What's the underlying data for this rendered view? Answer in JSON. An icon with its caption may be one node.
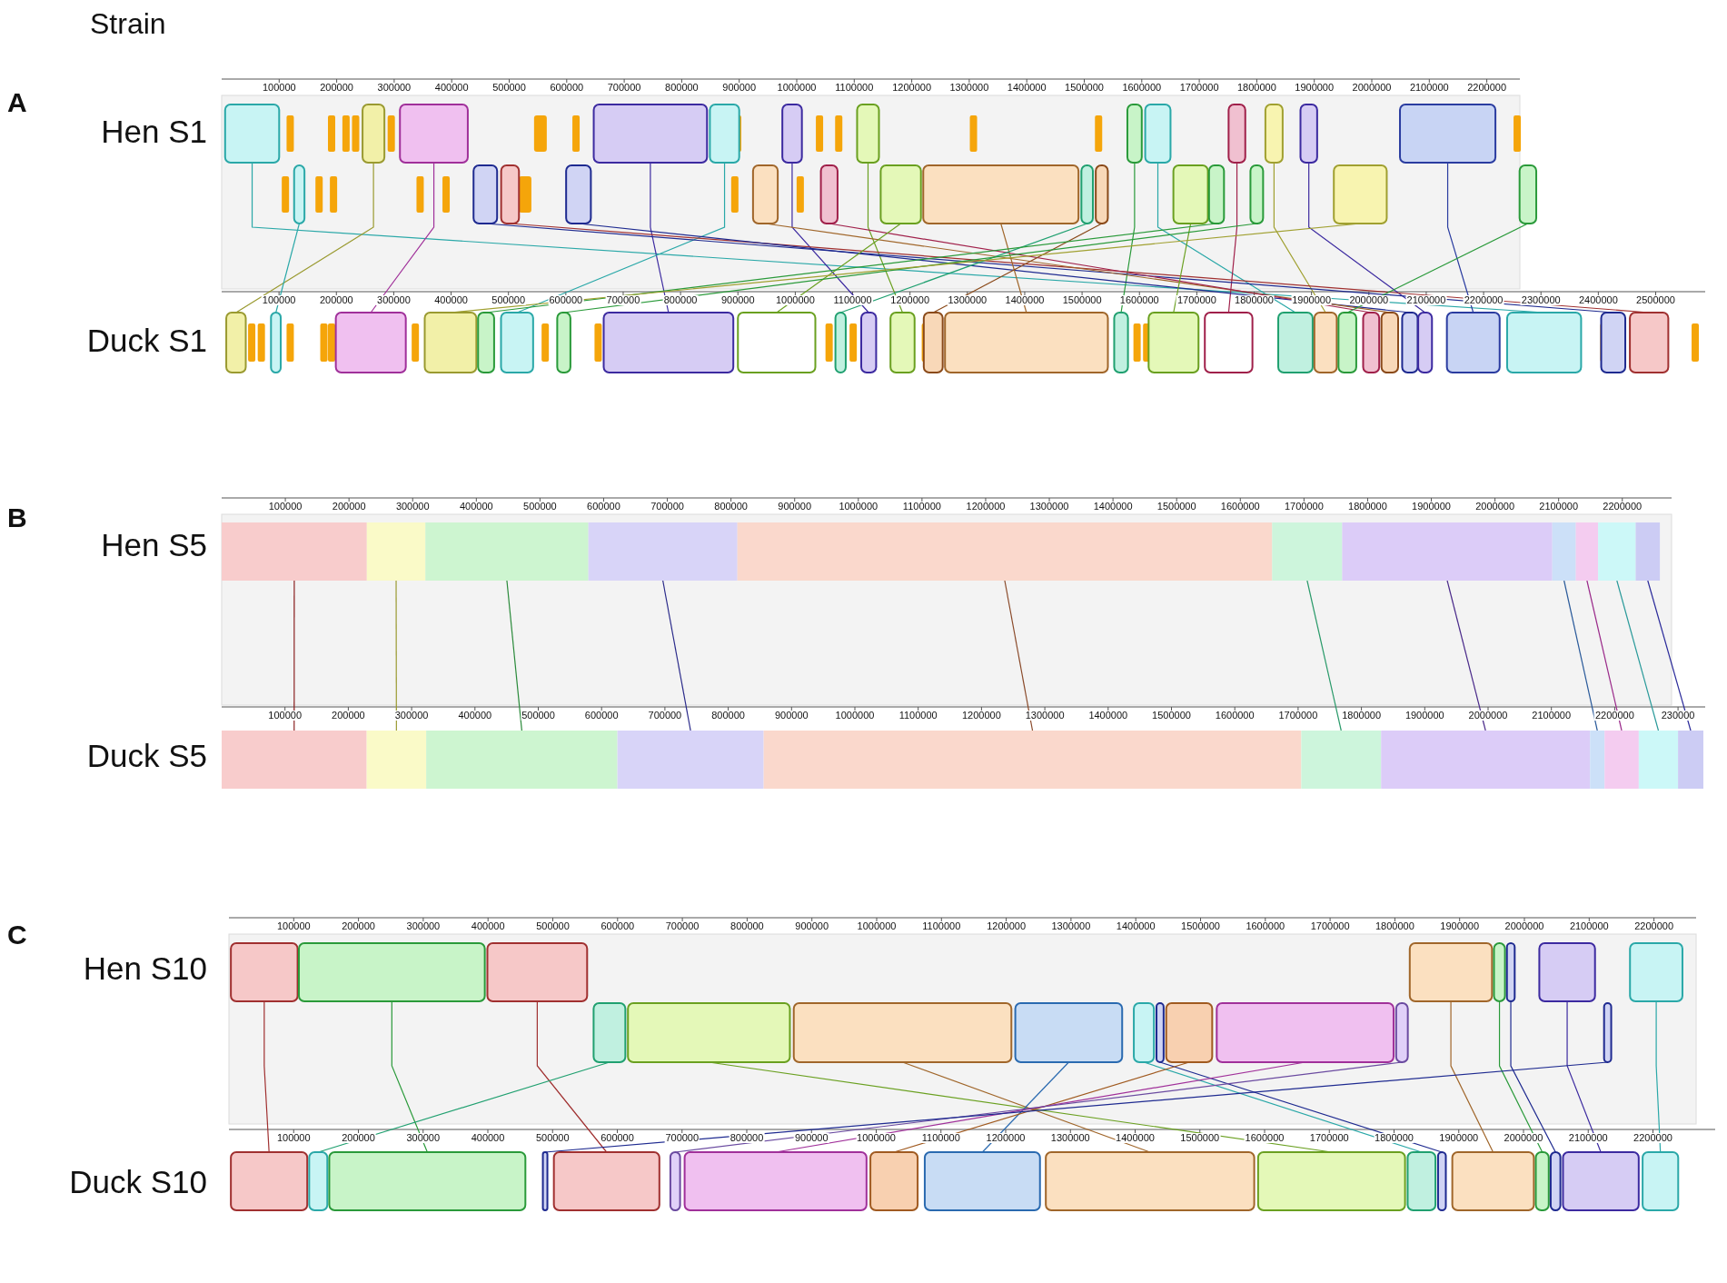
{
  "diagram": {
    "nodes": [
      {
        "text": [],
        "shape": "box"
      },
      {
        "text": [],
        "shape": "box"
      },
      {
        "text": [],
        "shape": "box"
      },
      {
        "text": [],
        "shape": "box"
      },
      {
        "text": [],
        "shape": "box"
      },
      {
        "text": [],
        "shape": "box"
      },
      {
        "text": [],
        "shape": "box"
      },
      {
        "text": [],
        "shape": "box"
      },
      {
        "text": [],
        "shape": "box"
      },
      {
        "text": [],
        "shape": "box"
      },
      {
        "text": [],
        "shape": "box"
      },
      {
        "text": [],
        "shape": "box"
      },
      {
        "text": [],
        "shape": "box"
      },
      {
        "text": [],
        "shape": "box"
      },
      {
        "text": [],
        "shape": "box"
      },
      {
        "text": [],
        "shape": "box"
      },
      {
        "text": [],
        "shape": "box"
      },
      {
        "text": [],
        "shape": "box"
      },
      {
        "text": [],
        "shape": "box"
      },
      {
        "text": [],
        "shape": "box"
      },
      {
        "text": [],
        "shape": "box"
      },
      {
        "text": [],
        "shape": "box"
      },
      {
        "text": [],
        "shape": "box"
      },
      {
        "text": [],
        "shape": "box"
      },
      {
        "text": [],
        "shape": "box"
      },
      {
        "text": [],
        "shape": "box"
      },
      {
        "text": [],
        "shape": "box"
      },
      {
        "text": [],
        "shape": "box"
      },
      {
        "text": [],
        "shape": "box"
      },
      {
        "text": [],
        "shape": "box"
      },
      {
        "text": [],
        "shape": "box"
      },
      {
        "text": [],
        "shape": "box"
      },
      {
        "text": [],
        "shape": "box"
      },
      {
        "text": [],
        "shape": "box"
      },
      {
        "text": [],
        "shape": "box"
      },
      {
        "text": [],
        "shape": "box"
      },
      {
        "text": [],
        "shape": "box"
      },
      {
        "text": [],
        "shape": "box"
      },
      {
        "text": [],
        "shape": "box"
      },
      {
        "text": [],
        "shape": "box"
      },
      {
        "text": [],
        "shape": "box"
      },
      {
        "text": [],
        "shape": "box"
      },
      {
        "text": [],
        "shape": "box"
      },
      {
        "text": [],
        "shape": "box"
      },
      {
        "text": [],
        "shape": "box"
      },
      {
        "text": [],
        "shape": "box"
      },
      {
        "text": [],
        "shape": "box"
      },
      {
        "text": [],
        "shape": "box"
      },
      {
        "text": [],
        "shape": "box"
      },
      {
        "text": [],
        "shape": "box"
      },
      {
        "text": [],
        "shape": "box"
      },
      {
        "text": [],
        "shape": "box"
      },
      {
        "text": [],
        "shape": "box"
      },
      {
        "text": [],
        "shape": "box"
      },
      {
        "text": [],
        "shape": "box"
      },
      {
        "text": [],
        "shape": "box"
      },
      {
        "text": [],
        "shape": "box"
      },
      {
        "text": [],
        "shape": "box"
      },
      {
        "text": [],
        "shape": "box"
      },
      {
        "text": [],
        "shape": "box"
      },
      {
        "text": [],
        "shape": "box"
      },
      {
        "text": [],
        "shape": "box"
      },
      {
        "text": [],
        "shape": "box"
      },
      {
        "text": [],
        "shape": "box"
      },
      {
        "text": [],
        "shape": "box"
      },
      {
        "text": [],
        "shape": "box"
      },
      {
        "text": [],
        "shape": "box"
      },
      {
        "text": [],
        "shape": "box"
      },
      {
        "text": [],
        "shape": "box"
      },
      {
        "text": [],
        "shape": "box"
      },
      {
        "text": [],
        "shape": "box"
      },
      {
        "text": [],
        "shape": "box"
      },
      {
        "text": [],
        "shape": "box"
      },
      {
        "text": [],
        "shape": "box"
      },
      {
        "text": [],
        "shape": "box"
      },
      {
        "text": [],
        "shape": "box"
      },
      {
        "text": [],
        "shape": "box"
      },
      {
        "text": [],
        "shape": "box"
      },
      {
        "text": [],
        "shape": "box"
      },
      {
        "text": [],
        "shape": "box"
      },
      {
        "text": [],
        "shape": "box"
      },
      {
        "text": [],
        "shape": "box"
      },
      {
        "text": [],
        "shape": "box"
      },
      {
        "text": [],
        "shape": "box"
      },
      {
        "text": [],
        "shape": "box"
      },
      {
        "text": [],
        "shape": "box"
      },
      {
        "text": [],
        "shape": "box"
      },
      {
        "text": [],
        "shape": "box"
      },
      {
        "text": [],
        "shape": "box"
      },
      {
        "text": [],
        "shape": "box"
      },
      {
        "text": [],
        "shape": "box"
      },
      {
        "text": [],
        "shape": "box"
      },
      {
        "text": [],
        "shape": "box"
      },
      {
        "text": [],
        "shape": "box"
      },
      {
        "text": [],
        "shape": "box"
      },
      {
        "text": [],
        "shape": "box"
      },
      {
        "text": [],
        "shape": "box"
      },
      {
        "text": [],
        "shape": "box"
      },
      {
        "text": [],
        "shape": "box"
      },
      {
        "text": [],
        "shape": "box"
      },
      {
        "text": [],
        "shape": "box"
      },
      {
        "text": [],
        "shape": "box"
      },
      {
        "text": [],
        "shape": "box"
      },
      {
        "text": [],
        "shape": "box"
      },
      {
        "text": [],
        "shape": "box"
      },
      {
        "text": [],
        "shape": "box"
      },
      {
        "text": [],
        "shape": "box"
      },
      {
        "text": [],
        "shape": "box"
      },
      {
        "text": [],
        "shape": "box"
      },
      {
        "text": [],
        "shape": "box"
      },
      {
        "text": [],
        "shape": "box"
      },
      {
        "text": [],
        "shape": "box"
      },
      {
        "text": [],
        "shape": "box"
      },
      {
        "text": [],
        "shape": "box"
      }
    ],
    "edges": [
      {
        "from": 0,
        "to": 53,
        "arrow": "none",
        "color": "#2aa8a8"
      },
      {
        "from": 1,
        "to": 28,
        "arrow": "none",
        "color": "#9a9a30"
      },
      {
        "from": 2,
        "to": 30,
        "arrow": "none",
        "color": "#a0309a"
      },
      {
        "from": 3,
        "to": 35,
        "arrow": "none",
        "color": "#3c2aa0"
      },
      {
        "from": 4,
        "to": 33,
        "arrow": "none",
        "color": "#2aa8a8"
      },
      {
        "from": 5,
        "to": 38,
        "arrow": "none",
        "color": "#3c2aa0"
      },
      {
        "from": 6,
        "to": 39,
        "arrow": "none",
        "color": "#6aa020"
      },
      {
        "from": 7,
        "to": 42,
        "arrow": "none",
        "color": "#2a9a3a"
      },
      {
        "from": 8,
        "to": 45,
        "arrow": "none",
        "color": "#2aa8a8"
      },
      {
        "from": 9,
        "to": 44,
        "arrow": "none",
        "color": "#a0204a"
      },
      {
        "from": 10,
        "to": 46,
        "arrow": "none",
        "color": "#a0a030"
      },
      {
        "from": 11,
        "to": 51,
        "arrow": "none",
        "color": "#3c2aa0"
      },
      {
        "from": 12,
        "to": 52,
        "arrow": "none",
        "color": "#2a3ca0"
      },
      {
        "from": 13,
        "to": 29,
        "arrow": "none",
        "color": "#2aa8a8"
      },
      {
        "from": 14,
        "to": 54,
        "arrow": "none",
        "color": "#1e2a90"
      },
      {
        "from": 15,
        "to": 55,
        "arrow": "none",
        "color": "#a03030"
      },
      {
        "from": 16,
        "to": 50,
        "arrow": "none",
        "color": "#1e2a90"
      },
      {
        "from": 17,
        "to": 49,
        "arrow": "none",
        "color": "#a0662a"
      },
      {
        "from": 18,
        "to": 48,
        "arrow": "none",
        "color": "#a0204a"
      },
      {
        "from": 19,
        "to": 36,
        "arrow": "none",
        "color": "#6aa020"
      },
      {
        "from": 20,
        "to": 41,
        "arrow": "none",
        "color": "#a0662a"
      },
      {
        "from": 21,
        "to": 37,
        "arrow": "none",
        "color": "#20a070"
      },
      {
        "from": 22,
        "to": 40,
        "arrow": "none",
        "color": "#8a4a1a"
      },
      {
        "from": 23,
        "to": 43,
        "arrow": "none",
        "color": "#6aa020"
      },
      {
        "from": 24,
        "to": 32,
        "arrow": "none",
        "color": "#2a9a3a"
      },
      {
        "from": 25,
        "to": 34,
        "arrow": "none",
        "color": "#2a9a3a"
      },
      {
        "from": 26,
        "to": 31,
        "arrow": "none",
        "color": "#a0a030"
      },
      {
        "from": 27,
        "to": 47,
        "arrow": "none",
        "color": "#2a9a3a"
      },
      {
        "from": 56,
        "to": 67,
        "arrow": "none",
        "color": "#8a2020"
      },
      {
        "from": 57,
        "to": 68,
        "arrow": "none",
        "color": "#9a9a30"
      },
      {
        "from": 58,
        "to": 69,
        "arrow": "none",
        "color": "#2a8a3a"
      },
      {
        "from": 59,
        "to": 70,
        "arrow": "none",
        "color": "#2a2a8a"
      },
      {
        "from": 60,
        "to": 71,
        "arrow": "none",
        "color": "#8a4a2a"
      },
      {
        "from": 61,
        "to": 72,
        "arrow": "none",
        "color": "#2a9a6a"
      },
      {
        "from": 62,
        "to": 73,
        "arrow": "none",
        "color": "#4a2a8a"
      },
      {
        "from": 63,
        "to": 74,
        "arrow": "none",
        "color": "#2a5a9a"
      },
      {
        "from": 64,
        "to": 75,
        "arrow": "none",
        "color": "#9a2a8a"
      },
      {
        "from": 65,
        "to": 76,
        "arrow": "none",
        "color": "#2a9a9a"
      },
      {
        "from": 66,
        "to": 77,
        "arrow": "none",
        "color": "#2a2a9a"
      },
      {
        "from": 78,
        "to": 96,
        "arrow": "none",
        "color": "#a03030"
      },
      {
        "from": 79,
        "to": 98,
        "arrow": "none",
        "color": "#2a9a3a"
      },
      {
        "from": 80,
        "to": 100,
        "arrow": "none",
        "color": "#a03030"
      },
      {
        "from": 81,
        "to": 109,
        "arrow": "none",
        "color": "#a0662a"
      },
      {
        "from": 82,
        "to": 110,
        "arrow": "none",
        "color": "#2a9a3a"
      },
      {
        "from": 83,
        "to": 111,
        "arrow": "none",
        "color": "#1e2a90"
      },
      {
        "from": 84,
        "to": 112,
        "arrow": "none",
        "color": "#3c2aa0"
      },
      {
        "from": 85,
        "to": 113,
        "arrow": "none",
        "color": "#2aa8a8"
      },
      {
        "from": 86,
        "to": 97,
        "arrow": "none",
        "color": "#20a070"
      },
      {
        "from": 87,
        "to": 106,
        "arrow": "none",
        "color": "#6aa020"
      },
      {
        "from": 88,
        "to": 105,
        "arrow": "none",
        "color": "#a0662a"
      },
      {
        "from": 89,
        "to": 104,
        "arrow": "none",
        "color": "#2a6ab0"
      },
      {
        "from": 90,
        "to": 107,
        "arrow": "none",
        "color": "#2aa8a8"
      },
      {
        "from": 91,
        "to": 108,
        "arrow": "none",
        "color": "#1e2a90"
      },
      {
        "from": 92,
        "to": 103,
        "arrow": "none",
        "color": "#a05a20"
      },
      {
        "from": 93,
        "to": 102,
        "arrow": "none",
        "color": "#a0309a"
      },
      {
        "from": 94,
        "to": 101,
        "arrow": "none",
        "color": "#6a4aa0"
      },
      {
        "from": 95,
        "to": 99,
        "arrow": "none",
        "color": "#1e2a90"
      }
    ],
    "labels": [
      "Strain",
      "A",
      "Hen S1",
      "100000",
      "200000",
      "300000",
      "400000",
      "500000",
      "600000",
      "700000",
      "800000",
      "900000",
      "1000000",
      "1100000",
      "1200000",
      "1300000",
      "1400000",
      "1500000",
      "1600000",
      "1700000",
      "1800000",
      "1900000",
      "2000000",
      "2100000",
      "2200000",
      "Duck S1",
      "100000",
      "200000",
      "300000",
      "400000",
      "500000",
      "600000",
      "700000",
      "800000",
      "900000",
      "1000000",
      "1100000",
      "1200000",
      "1300000",
      "1400000",
      "1500000",
      "1600000",
      "1700000",
      "1800000",
      "1900000",
      "2000000",
      "2100000",
      "2200000",
      "2300000",
      "2400000",
      "2500000",
      "B",
      "Hen S5",
      "100000",
      "200000",
      "300000",
      "400000",
      "500000",
      "600000",
      "700000",
      "800000",
      "900000",
      "1000000",
      "1100000",
      "1200000",
      "1300000",
      "1400000",
      "1500000",
      "1600000",
      "1700000",
      "1800000",
      "1900000",
      "2000000",
      "2100000",
      "2200000",
      "Duck S5",
      "100000",
      "200000",
      "300000",
      "400000",
      "500000",
      "600000",
      "700000",
      "800000",
      "900000",
      "1000000",
      "1100000",
      "1200000",
      "1300000",
      "1400000",
      "1500000",
      "1600000",
      "1700000",
      "1800000",
      "1900000",
      "2000000",
      "2100000",
      "2200000",
      "230000",
      "C",
      "Hen S10",
      "100000",
      "200000",
      "300000",
      "400000",
      "500000",
      "600000",
      "700000",
      "800000",
      "900000",
      "1000000",
      "1100000",
      "1200000",
      "1300000",
      "1400000",
      "1500000",
      "1600000",
      "1700000",
      "1800000",
      "1900000",
      "2000000",
      "2100000",
      "2200000",
      "Duck S10",
      "100000",
      "200000",
      "300000",
      "400000",
      "500000",
      "600000",
      "700000",
      "800000",
      "900000",
      "1000000",
      "1100000",
      "1200000",
      "1300000",
      "1400000",
      "1500000",
      "1600000",
      "1700000",
      "1800000",
      "1900000",
      "2000000",
      "2100000",
      "2200000"
    ]
  }
}
